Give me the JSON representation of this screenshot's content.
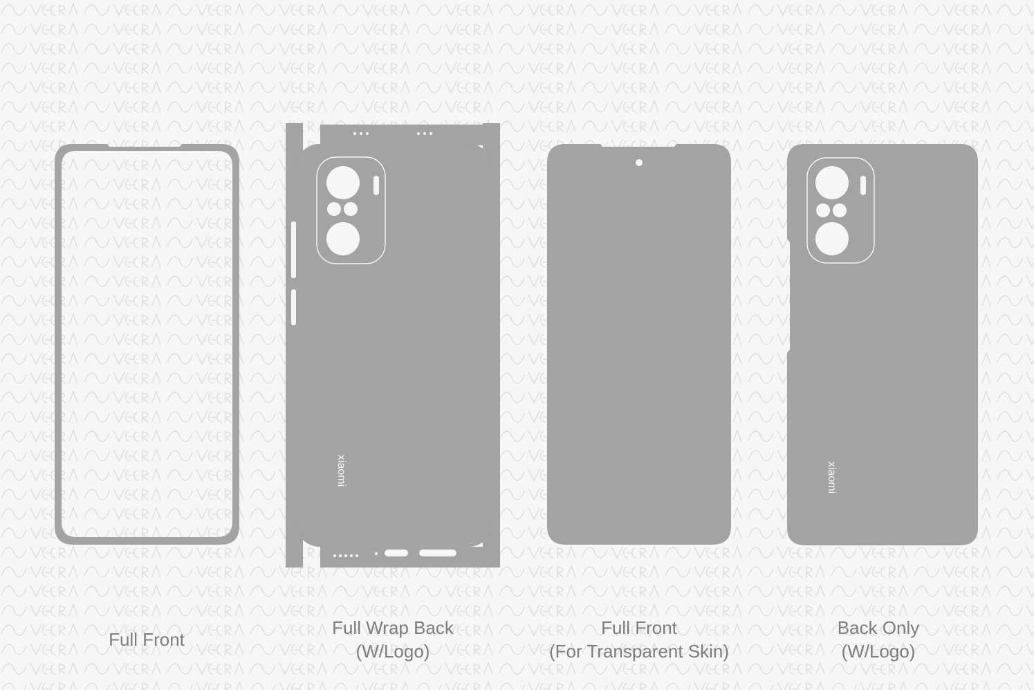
{
  "colors": {
    "background": "#f6f6f6",
    "pattern": "#e0e0e0",
    "template_fill": "#a3a3a3",
    "cutout": "#f6f6f6",
    "caption_text": "#7d7d7d"
  },
  "watermark": {
    "text": "SVECRAS"
  },
  "templates": [
    {
      "id": "full-front",
      "caption_lines": [
        "Full Front"
      ],
      "icon": "phone-front-frame"
    },
    {
      "id": "full-wrap-back",
      "caption_lines": [
        "Full Wrap Back",
        "(W/Logo)"
      ],
      "icon": "phone-wrap-back",
      "logo": "xiaomi"
    },
    {
      "id": "full-front-transparent",
      "caption_lines": [
        "Full Front",
        "(For Transparent Skin)"
      ],
      "icon": "phone-front-solid"
    },
    {
      "id": "back-only",
      "caption_lines": [
        "Back Only",
        "(W/Logo)"
      ],
      "icon": "phone-back",
      "logo": "xiaomi"
    }
  ]
}
